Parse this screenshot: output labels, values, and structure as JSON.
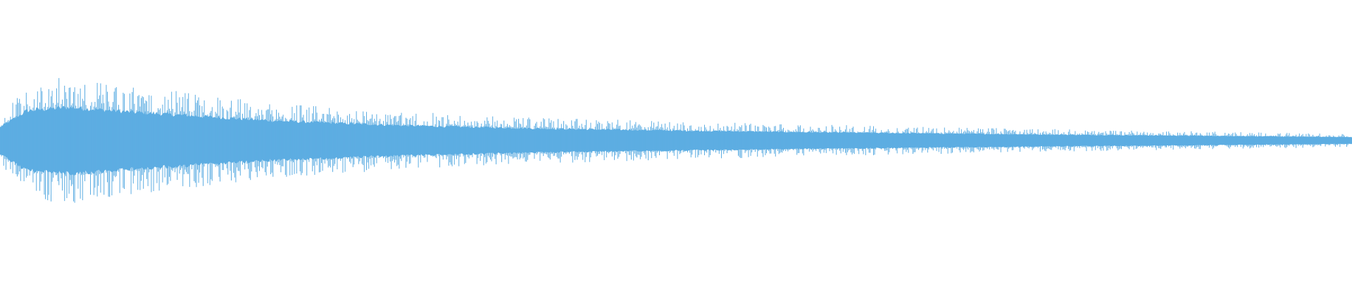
{
  "chart_data": {
    "type": "line",
    "style": "audio-waveform",
    "title": "",
    "xlabel": "",
    "ylabel": "",
    "ylim": [
      -1,
      1
    ],
    "xlim": [
      0,
      1
    ],
    "grid": false,
    "axes_visible": false,
    "color": "#5dade2",
    "amplitude_envelope": {
      "x": [
        0,
        0.02,
        0.05,
        0.1,
        0.2,
        0.3,
        0.4,
        0.5,
        0.6,
        0.7,
        0.8,
        0.9,
        1.0
      ],
      "peak": [
        0.4,
        0.9,
        1.0,
        0.85,
        0.6,
        0.45,
        0.36,
        0.3,
        0.25,
        0.21,
        0.17,
        0.14,
        0.1
      ]
    }
  }
}
